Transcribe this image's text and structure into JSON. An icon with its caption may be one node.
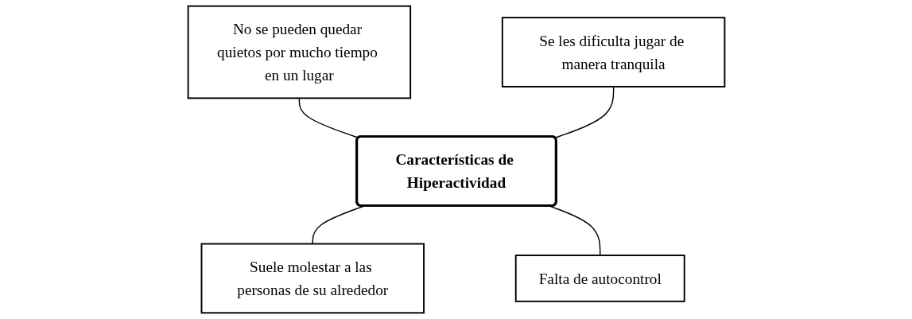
{
  "diagram": {
    "nodes": [
      {
        "text": [
          "No se pueden quedar quietos por mucho tiempo en un lugar"
        ]
      },
      {
        "text": [
          "Características de Hiperactividad"
        ]
      },
      {
        "text": [
          "Se les dificulta jugar de manera tranquila"
        ]
      },
      {
        "text": [
          "Suele molestar a las personas de su alrededor"
        ]
      },
      {
        "text": [
          "Falta de autocontrol"
        ]
      }
    ],
    "edges": [
      {
        "from": 0,
        "to": 1,
        "arrow": "none"
      },
      {
        "from": 2,
        "to": 1,
        "arrow": "none"
      },
      {
        "from": 1,
        "to": 3,
        "arrow": "none"
      },
      {
        "from": 1,
        "to": 4,
        "arrow": "none"
      }
    ]
  }
}
